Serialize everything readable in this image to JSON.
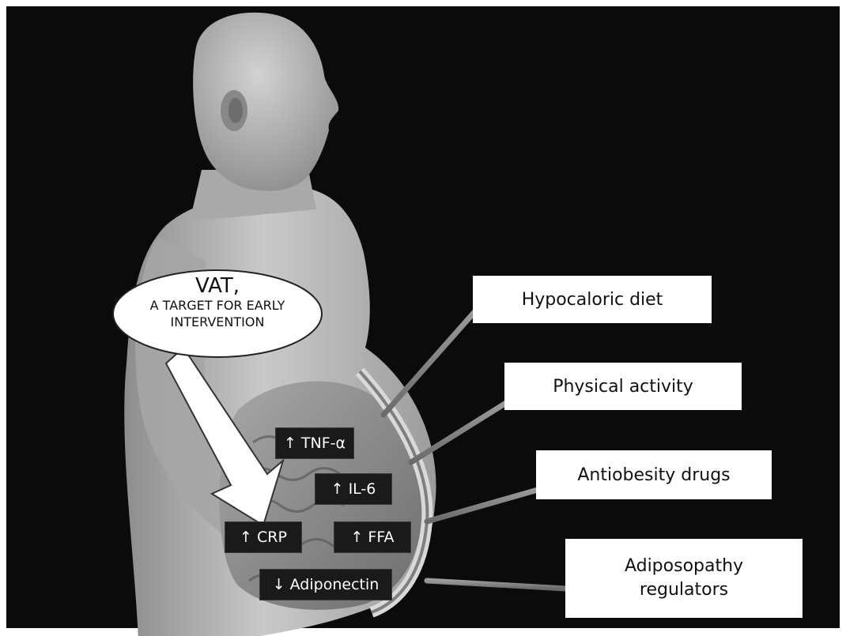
{
  "callout": {
    "title": "VAT,",
    "subtitle_line1": "A TARGET FOR EARLY",
    "subtitle_line2": "INTERVENTION"
  },
  "markers": {
    "tnf": "↑ TNF-α",
    "il6": "↑ IL-6",
    "crp": "↑ CRP",
    "ffa": "↑ FFA",
    "adiponectin": "↓ Adiponectin"
  },
  "interventions": {
    "diet": "Hypocaloric diet",
    "activity": "Physical activity",
    "drugs": "Antiobesity drugs",
    "regulators_line1": "Adiposopathy",
    "regulators_line2": "regulators"
  },
  "colors": {
    "background": "#0b0b0b",
    "body": "#b5b5b5",
    "box": "#ffffff",
    "tag": "#1a1a1a"
  }
}
